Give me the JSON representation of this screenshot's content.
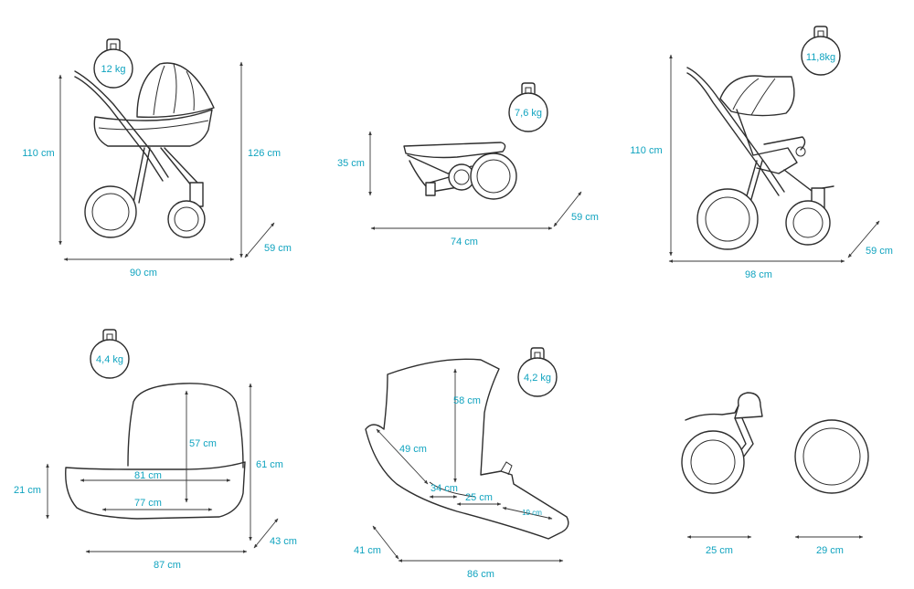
{
  "pram": {
    "weight": "12 kg",
    "height": "110 cm",
    "max_height": "126 cm",
    "length": "90 cm",
    "width": "59 cm"
  },
  "folded": {
    "weight": "7,6 kg",
    "height": "35 cm",
    "length": "74 cm",
    "width": "59 cm"
  },
  "stroller": {
    "weight": "11,8kg",
    "height": "110 cm",
    "length": "98 cm",
    "width": "59 cm"
  },
  "carrycot": {
    "weight": "4,4 kg",
    "base_height": "21 cm",
    "hood_height": "57 cm",
    "height": "61 cm",
    "inner_top": "81 cm",
    "inner_bottom": "77 cm",
    "length": "87 cm",
    "width": "43 cm"
  },
  "seat": {
    "weight": "4,2 kg",
    "back_height": "58 cm",
    "back_length": "49 cm",
    "seat_depth": "34 cm",
    "leg_rest": "25 cm",
    "foot_rest": "19 cm",
    "length": "86 cm",
    "width": "41 cm"
  },
  "wheels": {
    "front": "25 cm",
    "rear": "29 cm"
  }
}
